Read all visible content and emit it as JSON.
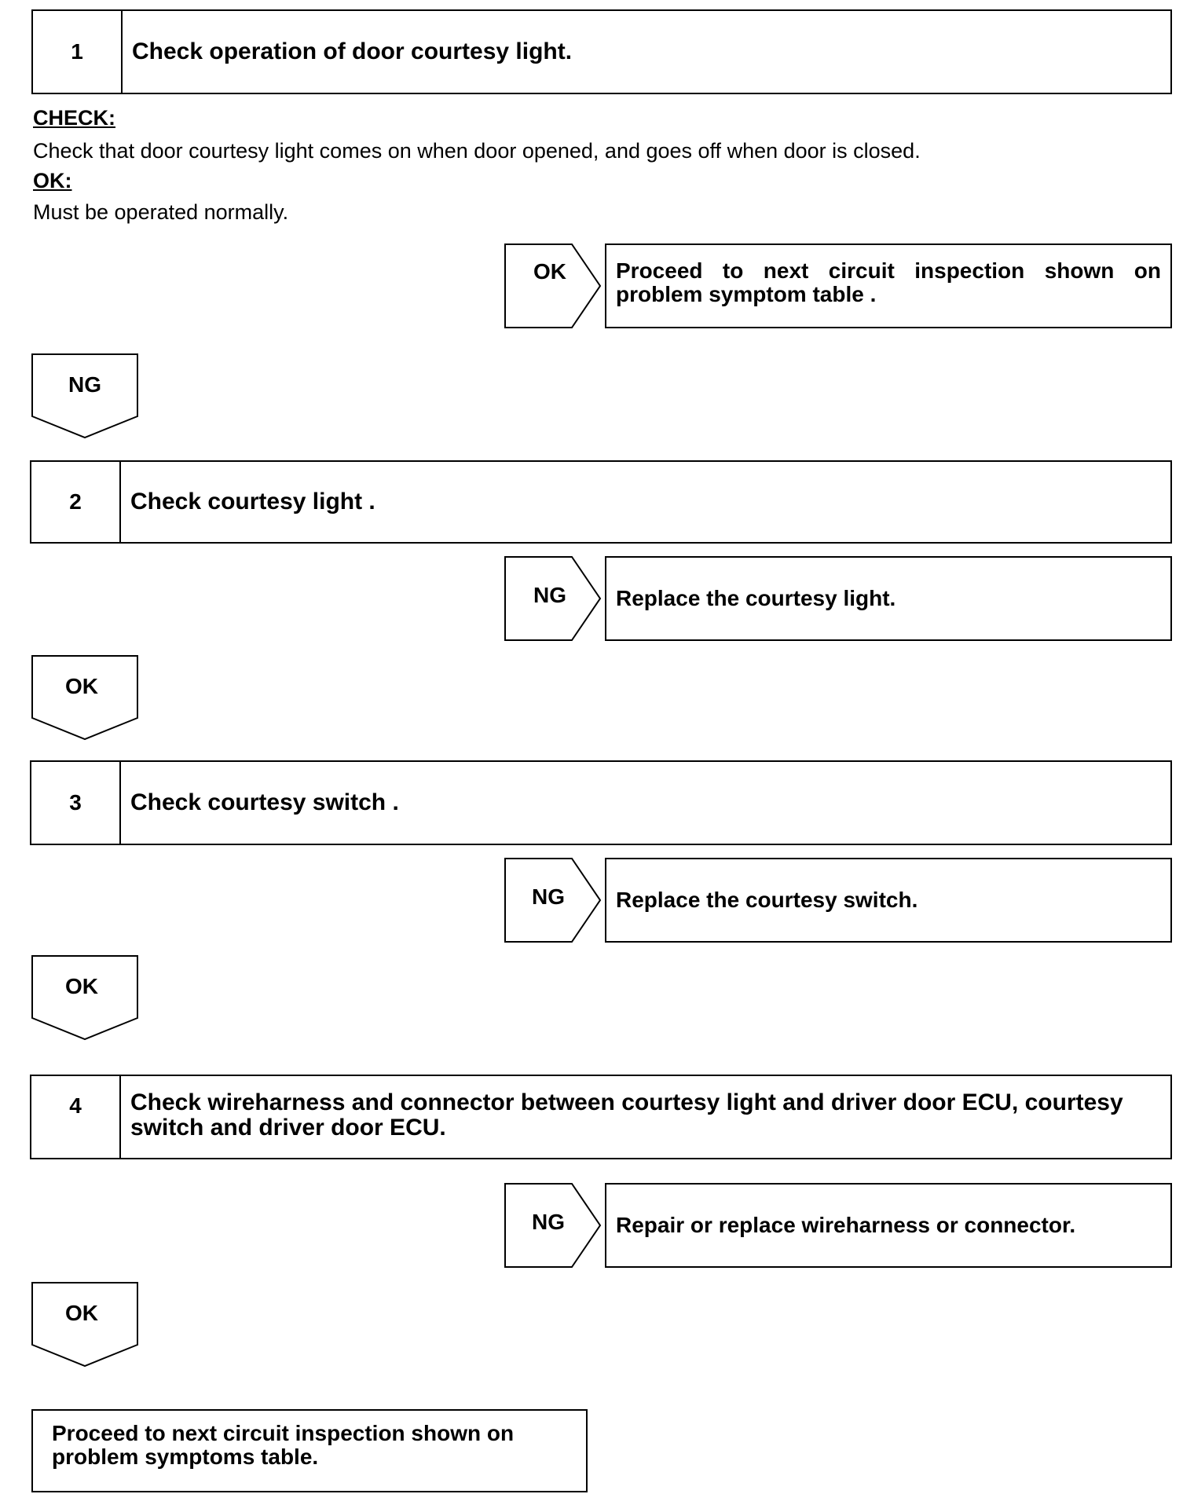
{
  "steps": [
    {
      "number": "1",
      "title": "Check operation of door courtesy light."
    },
    {
      "number": "2",
      "title": "Check courtesy light ."
    },
    {
      "number": "3",
      "title": "Check courtesy switch ."
    },
    {
      "number": "4",
      "title": "Check wireharness and connector between courtesy light and driver door ECU, courtesy switch and driver door ECU."
    }
  ],
  "check": {
    "label": "CHECK:",
    "text": "Check that door courtesy light comes on when door opened, and goes off when door is closed.",
    "ok_label": "OK:",
    "ok_text": "Must be operated normally."
  },
  "branches": [
    {
      "label": "OK",
      "result": "Proceed to next circuit inspection shown on problem symptom table ."
    },
    {
      "label": "NG",
      "result": "Replace the courtesy light."
    },
    {
      "label": "NG",
      "result": "Replace the courtesy switch."
    },
    {
      "label": "NG",
      "result": "Repair or replace wireharness or connector."
    }
  ],
  "flow_arrows": [
    "NG",
    "OK",
    "OK",
    "OK"
  ],
  "final": "Proceed to next circuit inspection shown on problem symptoms table."
}
